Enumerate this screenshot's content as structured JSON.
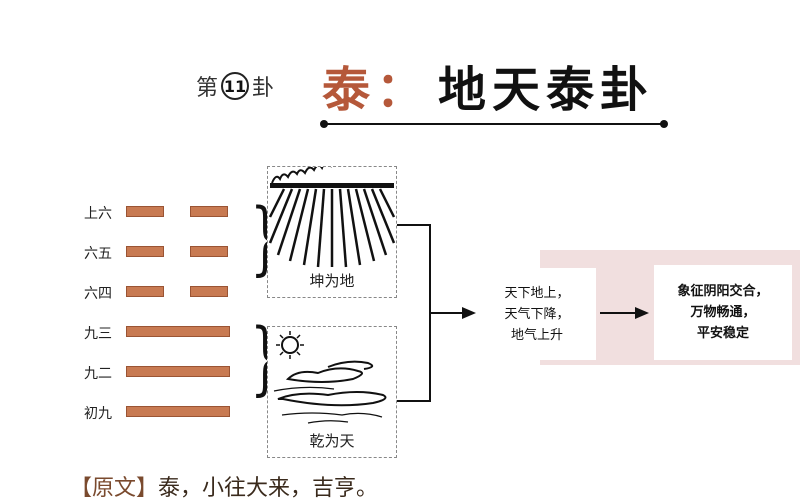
{
  "title": {
    "prefix": "第",
    "number": "11",
    "suffix": "卦",
    "name": "泰",
    "colon": "：",
    "full_name": "地天泰卦"
  },
  "hexagram": {
    "lines": [
      {
        "label": "上六",
        "type": "yin"
      },
      {
        "label": "六五",
        "type": "yin"
      },
      {
        "label": "六四",
        "type": "yin"
      },
      {
        "label": "九三",
        "type": "yang"
      },
      {
        "label": "九二",
        "type": "yang"
      },
      {
        "label": "初九",
        "type": "yang"
      }
    ],
    "line_color": "#c87a52"
  },
  "trigrams": {
    "upper": {
      "caption": "坤为地",
      "image": "field-rows-illustration"
    },
    "lower": {
      "caption": "乾为天",
      "image": "sun-clouds-illustration"
    }
  },
  "flow": {
    "step1": [
      "天下地上，",
      "天气下降，",
      "地气上升"
    ],
    "step2": [
      "象征阴阳交合，",
      "万物畅通，",
      "平安稳定"
    ],
    "band_color": "#f1dfdf"
  },
  "original": {
    "label": "【原文】",
    "text": "泰，小往大来，吉亨。"
  },
  "colors": {
    "accent": "#b5583a",
    "ink": "#111111"
  }
}
